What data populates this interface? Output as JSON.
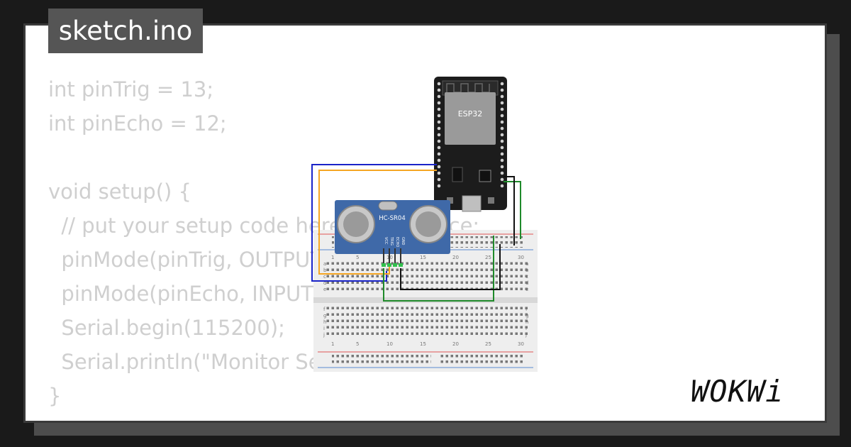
{
  "filename": "sketch.ino",
  "code_lines": [
    "int pinTrig = 13;",
    "int pinEcho = 12;",
    "",
    "void setup() {",
    "  // put your setup code here, to run once:",
    "  pinMode(pinTrig, OUTPUT);",
    "  pinMode(pinEcho, INPUT);",
    "  Serial.begin(115200);",
    "  Serial.println(\"Monitor Serial\");",
    "}"
  ],
  "esp32": {
    "label": "ESP32"
  },
  "sensor": {
    "label": "HC-SR04",
    "pins": [
      "VCC",
      "TRIG",
      "ECHO",
      "GND"
    ]
  },
  "breadboard": {
    "column_labels": [
      "1",
      "5",
      "10",
      "15",
      "20",
      "25",
      "30"
    ],
    "row_labels_top": [
      "a",
      "b",
      "c",
      "d",
      "e"
    ],
    "row_labels_bottom": [
      "f",
      "g",
      "h",
      "i",
      "j"
    ]
  },
  "logo": "WOKWi",
  "colors": {
    "wire_blue": "#1a24c8",
    "wire_orange": "#f5a623",
    "wire_green": "#1f8a2a",
    "wire_black": "#111111",
    "board_black": "#1c1c1c",
    "sensor_blue": "#3f69a8"
  }
}
